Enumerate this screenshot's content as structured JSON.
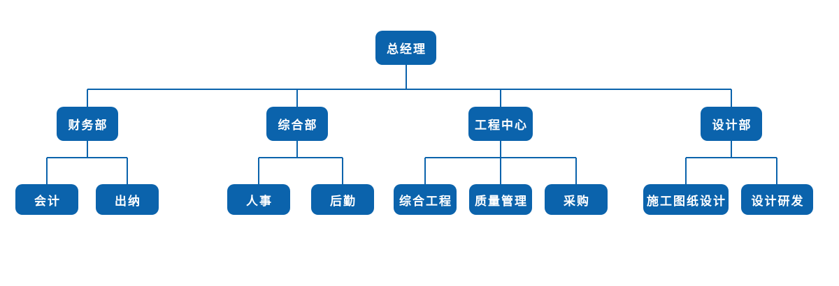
{
  "org_chart": {
    "type": "org-tree",
    "root": {
      "label": "总经理"
    },
    "departments": [
      {
        "label": "财务部",
        "children": [
          {
            "label": "会计"
          },
          {
            "label": "出纳"
          }
        ]
      },
      {
        "label": "综合部",
        "children": [
          {
            "label": "人事"
          },
          {
            "label": "后勤"
          }
        ]
      },
      {
        "label": "工程中心",
        "children": [
          {
            "label": "综合工程"
          },
          {
            "label": "质量管理"
          },
          {
            "label": "采购"
          }
        ]
      },
      {
        "label": "设计部",
        "children": [
          {
            "label": "施工图纸设计"
          },
          {
            "label": "设计研发"
          }
        ]
      }
    ],
    "colors": {
      "node_fill": "#0b63ac",
      "node_text": "#ffffff",
      "line": "#0b63ac",
      "background": "#ffffff"
    }
  }
}
